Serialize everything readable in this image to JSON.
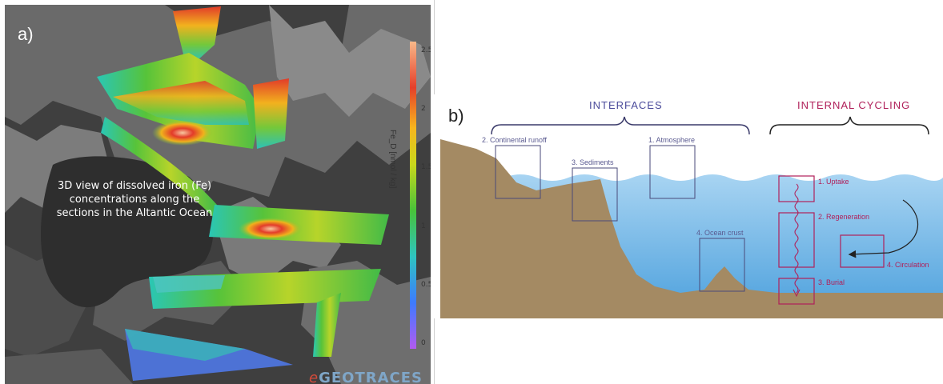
{
  "panel_a": {
    "letter": "a)",
    "caption": "3D view of dissolved iron (Fe) concentrations along the sections in the Altantic Ocean",
    "colorbar": {
      "title": "Fe_D [nmol / kg]",
      "ticks": [
        "2.5",
        "2",
        "1.5",
        "1",
        "0.5",
        "0"
      ]
    },
    "logo": {
      "prefix": "e",
      "text": "GEOTRACES"
    }
  },
  "panel_b": {
    "letter": "b)",
    "interfaces_title": "INTERFACES",
    "internal_title": "INTERNAL CYCLING",
    "boxes": {
      "runoff": "2. Continental runoff",
      "sediments": "3. Sediments",
      "atmosphere": "1. Atmosphere",
      "crust": "4. Ocean crust",
      "uptake": "1. Uptake",
      "regeneration": "2. Regeneration",
      "circulation": "4. Circulation",
      "burial": "3. Burial"
    },
    "colors": {
      "interfaces": "#4a4a9a",
      "internal": "#b0205a",
      "land": "#a48a63",
      "water": "#8ec3ea"
    }
  }
}
